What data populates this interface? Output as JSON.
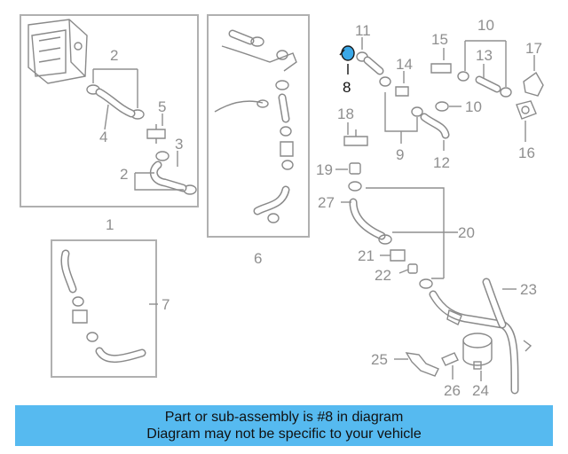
{
  "diagram": {
    "highlighted_part": "8",
    "highlight_color": "#3aa8e8",
    "callouts": {
      "c1": "1",
      "c2a": "2",
      "c2b": "2",
      "c3": "3",
      "c4": "4",
      "c5": "5",
      "c6": "6",
      "c7": "7",
      "c8": "8",
      "c9": "9",
      "c10a": "10",
      "c10b": "10",
      "c11": "11",
      "c12": "12",
      "c13": "13",
      "c14": "14",
      "c15": "15",
      "c16": "16",
      "c17": "17",
      "c18": "18",
      "c19": "19",
      "c20": "20",
      "c21": "21",
      "c22": "22",
      "c23": "23",
      "c24": "24",
      "c25": "25",
      "c26": "26",
      "c27": "27"
    }
  },
  "banner": {
    "line1": "Part or sub-assembly is #8 in diagram",
    "line2": "Diagram may not be specific to your vehicle",
    "color": "#56baf0"
  }
}
